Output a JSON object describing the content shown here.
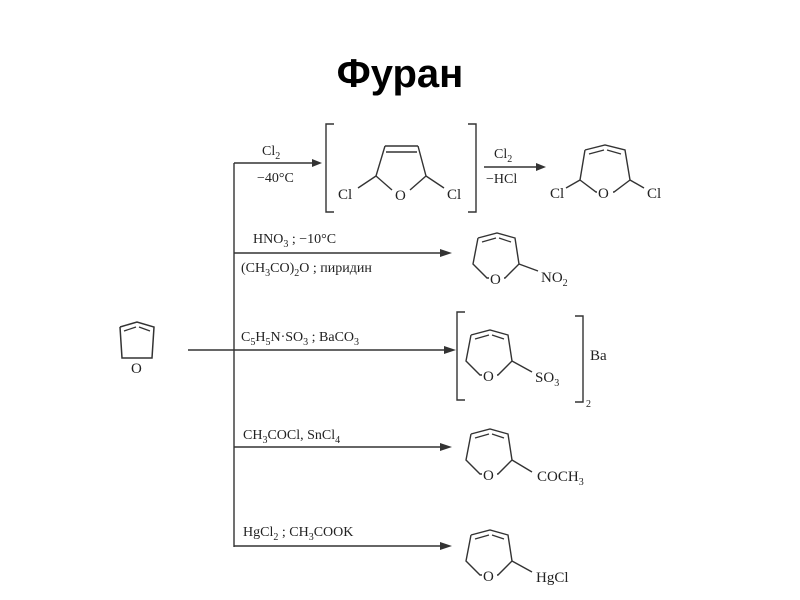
{
  "title": "Фуран",
  "reactant": {
    "label": "furan",
    "hetero_atom": "O"
  },
  "reactions": [
    {
      "id": "chlorination",
      "conditions": [
        "Cl2",
        "−40°C"
      ],
      "intermediate": {
        "atoms": [
          "Cl",
          "O",
          "Cl"
        ]
      },
      "second_step_conditions": [
        "Cl2",
        "−HCl"
      ],
      "product": {
        "atoms": [
          "Cl",
          "O",
          "Cl"
        ]
      }
    },
    {
      "id": "nitration",
      "conditions": [
        "HNO3 ; −10°C",
        "(CH3CO)2O ; пиридин"
      ],
      "product": {
        "hetero_atom": "O",
        "substituent": "NO2"
      }
    },
    {
      "id": "sulfonation",
      "conditions": [
        "C5H5N·SO3 ; BaCO3"
      ],
      "product": {
        "hetero_atom": "O",
        "substituent": "SO3",
        "counter_ion": "Ba",
        "bracket_subscript": "2"
      }
    },
    {
      "id": "acylation",
      "conditions": [
        "CH3COCl, SnCl4"
      ],
      "product": {
        "hetero_atom": "O",
        "substituent": "COCH3"
      }
    },
    {
      "id": "mercuration",
      "conditions": [
        "HgCl2 ; CH3COOK"
      ],
      "product": {
        "hetero_atom": "O",
        "substituent": "HgCl"
      }
    }
  ]
}
